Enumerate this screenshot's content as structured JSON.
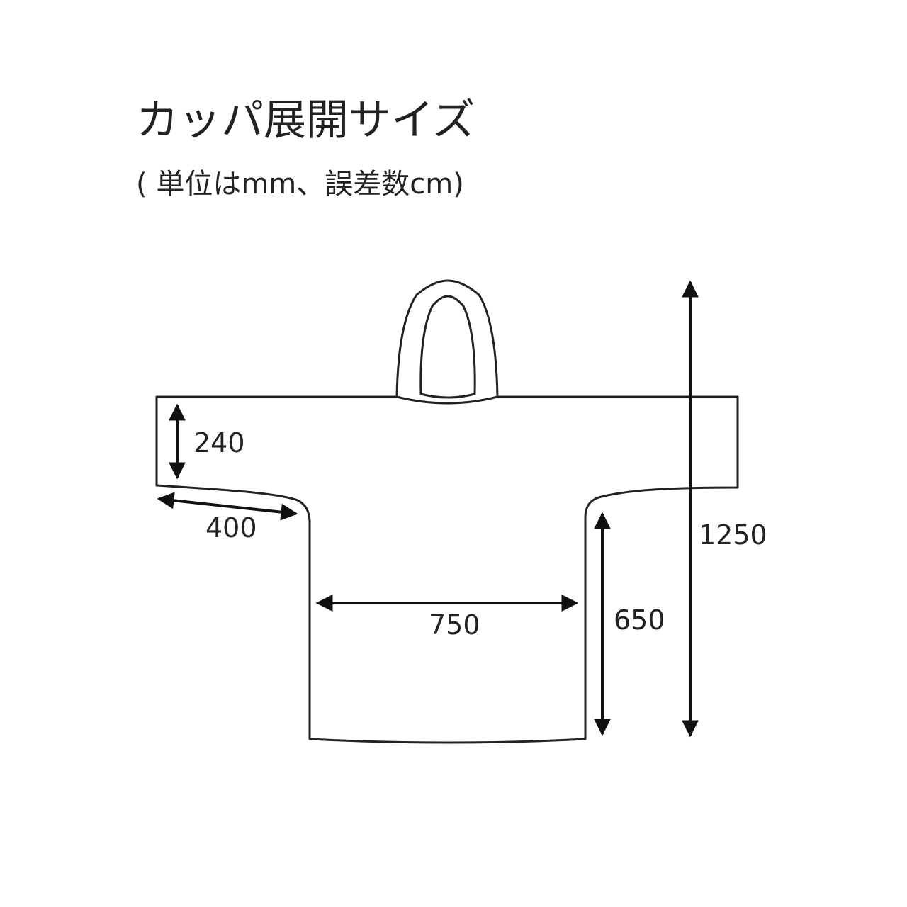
{
  "title": "カッパ展開サイズ",
  "subtitle": "( 単位はmm、誤差数cm)",
  "dimensions": {
    "sleeve_height": "240",
    "sleeve_length": "400",
    "body_width": "750",
    "body_length": "650",
    "total_length": "1250"
  },
  "colors": {
    "line": "#222222",
    "background": "#ffffff"
  }
}
